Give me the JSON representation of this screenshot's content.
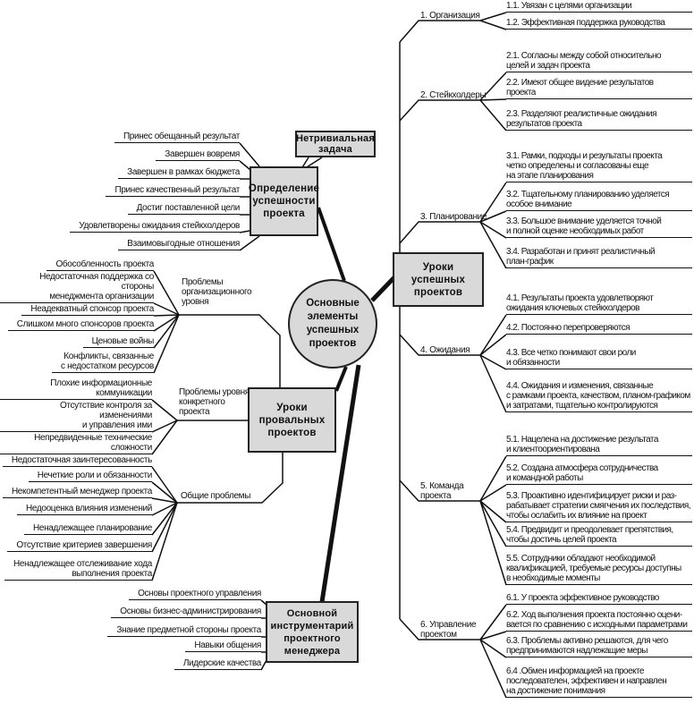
{
  "center": {
    "title": "Основные\nэлементы\nуспешных\nпроектов"
  },
  "success_definition": {
    "title": "Определение\nуспешности\nпроекта",
    "callout": "Нетривиальная\nзадача",
    "items": [
      "Принес обещанный результат",
      "Завершен вовремя",
      "Завершен в рамках бюджета",
      "Принес качественный результат",
      "Достиг поставленной цели",
      "Удовлетворены ожидания стейкхолдеров",
      "Взаимовыгодные отношения"
    ]
  },
  "success_lessons": {
    "title": "Уроки\nуспешных\nпроектов",
    "branches": [
      {
        "label": "1. Организация",
        "items": [
          "1.1. Увязан с целями организации",
          "1.2. Эффективная поддержка руководства"
        ]
      },
      {
        "label": "2. Стейкхолдеры",
        "items": [
          "2.1. Согласны между собой относительно\nцелей и задач проекта",
          "2.2. Имеют общее видение результатов\nпроекта",
          "2.3. Разделяют реалистичные ожидания\nрезультатов проекта"
        ]
      },
      {
        "label": "3. Планирование",
        "items": [
          "3.1. Рамки, подходы и результаты проекта\nчетко определены и согласованы еще\nна этапе планирования",
          "3.2. Тщательному планированию уделяется\nособое внимание",
          "3.3. Большое внимание уделяется точной\nи полной оценке необходимых работ",
          "3.4. Разработан и принят реалистичный\nплан-график"
        ]
      },
      {
        "label": "4. Ожидания",
        "items": [
          "4.1. Результаты проекта удовлетворяют\nожидания ключевых стейкхолдеров",
          "4.2. Постоянно перепроверяются",
          "4.3. Все четко понимают свои роли\nи обязанности",
          "4.4. Ожидания и изменения, связанные\nс рамками проекта, качеством, планом-графиком\nи затратами, тщательно контролируются"
        ]
      },
      {
        "label": "5. Команда\nпроекта",
        "items": [
          "5.1. Нацелена на достижение результата\nи клиентоориентирована",
          "5.2. Создана атмосфера сотрудничества\nи командной работы",
          "5.3. Проактивно идентифицирует риски и раз-\nрабатывает стратегии смягчения их последствия,\nчтобы ослабить их влияние на проект",
          "5.4. Предвидит и преодолевает препятствия,\nчтобы достичь целей проекта",
          "5.5. Сотрудники обладают необходимой\nквалификацией, требуемые ресурсы доступны\nв необходимые моменты"
        ]
      },
      {
        "label": "6. Управление\nпроектом",
        "items": [
          "6.1. У проекта эффективное руководство",
          "6.2. Ход выполнения проекта постоянно оцени-\nвается по сравнению с исходными параметрами",
          "6.3. Проблемы активно решаются, для чего\nпредпринимаются надлежащие меры",
          "6.4 .Обмен информацией на проекте\nпоследователен, эффективен и направлен\nна достижение понимания"
        ]
      }
    ]
  },
  "failure_lessons": {
    "title": "Уроки\nпровальных\nпроектов",
    "groups": [
      {
        "label": "Проблемы\nорганизационного\nуровня",
        "items": [
          "Обособленность проекта",
          "Недостаточная поддержка со стороны\nменеджмента организации",
          "Неадекватный спонсор проекта",
          "Слишком много спонсоров проекта",
          "Ценовые войны",
          "Конфликты, связанные\nс недостатком ресурсов"
        ]
      },
      {
        "label": "Проблемы уровня\nконкретного\nпроекта",
        "items": [
          "Плохие информационные коммуникации",
          "Отсутствие контроля за изменениями\nи управления ими",
          "Непредвиденные технические сложности"
        ]
      },
      {
        "label": "Общие проблемы",
        "items": [
          "Недостаточная заинтересованность",
          "Нечеткие роли и обязанности",
          "Некомпетентный менеджер проекта",
          "Недооценка влияния изменений",
          "Ненадлежащее планирование",
          "Отсутствие критериев завершения",
          "Ненадлежащее отслеживание хода\nвыполнения проекта"
        ]
      }
    ]
  },
  "pm_toolkit": {
    "title": "Основной\nинструментарий\nпроектного\nменеджера",
    "items": [
      "Основы проектного управления",
      "Основы бизнес-администрирования",
      "Знание предметной стороны проекта",
      "Навыки общения",
      "Лидерские качества"
    ]
  }
}
